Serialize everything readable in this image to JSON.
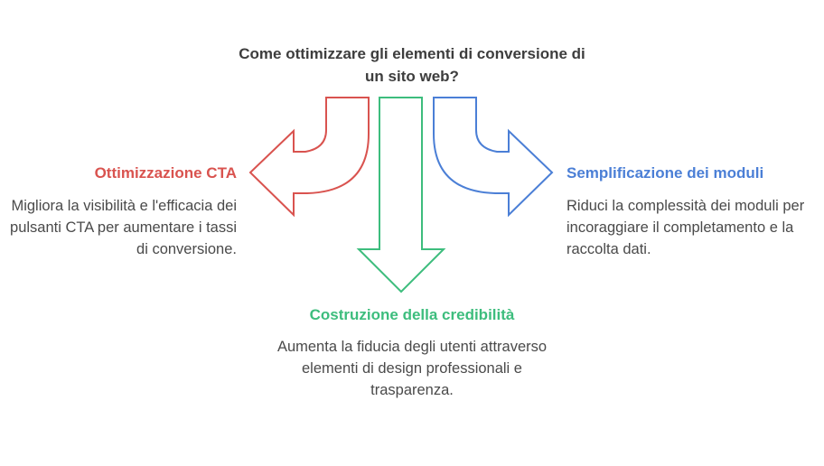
{
  "title": "Come ottimizzare gli elementi di conversione di un sito web?",
  "colors": {
    "left": "#d9534f",
    "middle": "#3dbd7d",
    "right": "#4b7fd6",
    "title": "#3d3d3d",
    "text": "#4a4a4a"
  },
  "left": {
    "heading": "Ottimizzazione CTA",
    "description": "Migliora la visibilità e l'efficacia dei pulsanti CTA per aumentare i tassi di conversione."
  },
  "middle": {
    "heading": "Costruzione della credibilità",
    "description": "Aumenta la fiducia degli utenti attraverso elementi di design professionali e trasparenza."
  },
  "right": {
    "heading": "Semplificazione dei moduli",
    "description": "Riduci la complessità dei moduli per incoraggiare il completamento e la raccolta dati."
  }
}
